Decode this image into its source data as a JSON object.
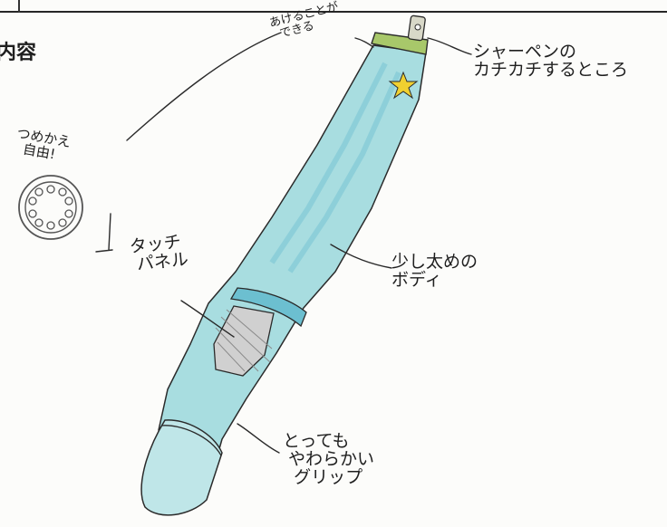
{
  "heading_fragment": "内容",
  "labels": {
    "refill": "つめかえ\n  自由!",
    "cap": "あけることが\n  できる",
    "click_part": "シャーペンの\nカチカチするところ",
    "touch_panel": "タッチ\n パネル",
    "body": "少し太めの\nボディ",
    "grip": "とっても\n やわらかい\n  グリップ"
  },
  "colors": {
    "body_fill": "#a8dde0",
    "body_dark": "#6cbfd0",
    "cap_top": "#a8c86a",
    "star": "#f0d030",
    "panel": "#d0d0d0",
    "ink": "#2a2a2a"
  }
}
